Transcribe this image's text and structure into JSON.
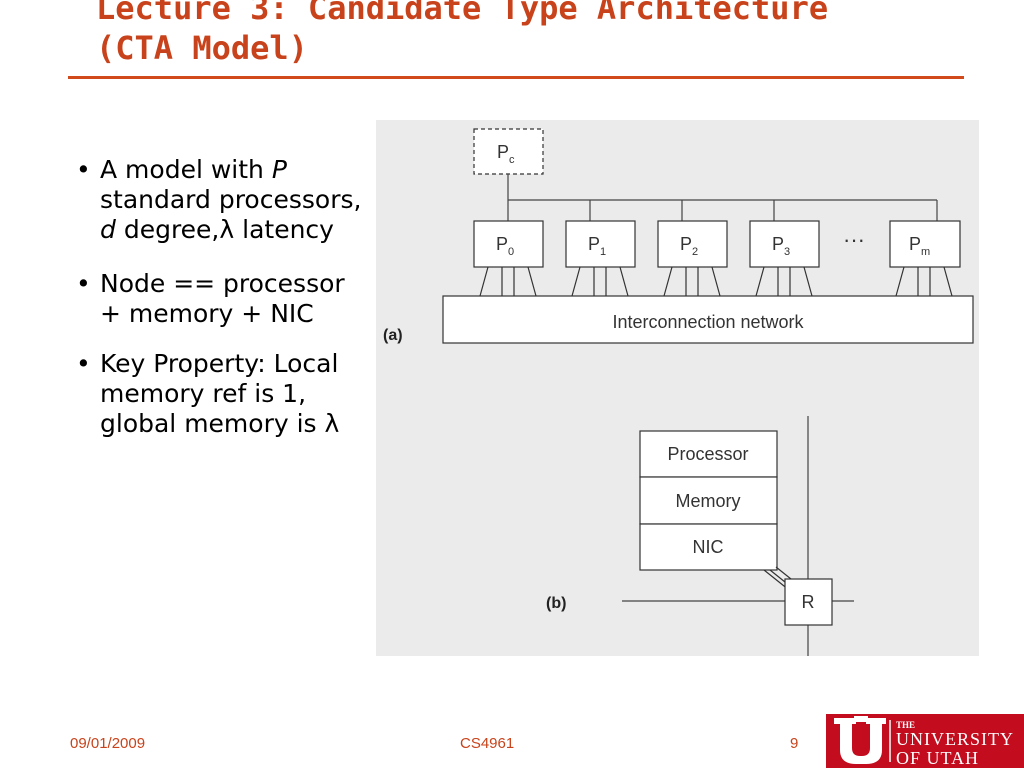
{
  "slide": {
    "title_line1": "Lecture 3: Candidate Type Architecture",
    "title_line2": "(CTA Model)",
    "bullets": [
      {
        "pre": "A model with ",
        "em1": "P",
        "mid": " standard processors, ",
        "em2": "d",
        "post": " degree,λ latency"
      },
      {
        "text": "Node == processor + memory + NIC"
      },
      {
        "text": "Key Property: Local memory ref is 1, global memory is λ"
      }
    ]
  },
  "figure": {
    "pc_label": "P",
    "pc_sub": "c",
    "processors": [
      {
        "label": "P",
        "sub": "0"
      },
      {
        "label": "P",
        "sub": "1"
      },
      {
        "label": "P",
        "sub": "2"
      },
      {
        "label": "P",
        "sub": "3"
      },
      {
        "label": "P",
        "sub": "m"
      }
    ],
    "ellipsis": "···",
    "network_label": "Interconnection network",
    "part_a": "(a)",
    "part_b": "(b)",
    "node": [
      "Processor",
      "Memory",
      "NIC"
    ],
    "router_label": "R"
  },
  "footer": {
    "date": "09/01/2009",
    "course": "CS4961",
    "page": "9",
    "logo_the": "THE",
    "logo_line1": "UNIVERSITY",
    "logo_line2": "OF UTAH"
  }
}
